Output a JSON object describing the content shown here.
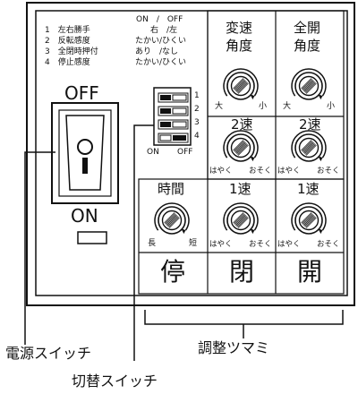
{
  "settings_list": [
    {
      "num": "1",
      "label": "左右勝手"
    },
    {
      "num": "2",
      "label": "反転感度"
    },
    {
      "num": "3",
      "label": "全閉時押付"
    },
    {
      "num": "4",
      "label": "停止感度"
    }
  ],
  "settings_options": {
    "header": "ON　/　OFF",
    "rows": [
      "右　/左",
      "たかい/ひくい",
      "あり　/なし",
      "たかい/ひくい"
    ]
  },
  "power_switch": {
    "off_label": "OFF",
    "on_label": "ON"
  },
  "dip_switch": {
    "numbers": [
      "1",
      "2",
      "3",
      "4"
    ],
    "on_label": "ON",
    "off_label": "OFF"
  },
  "dials": {
    "speed_angle": {
      "title_line1": "変速",
      "title_line2": "角度",
      "left": "大",
      "right": "小"
    },
    "open_angle": {
      "title_line1": "全開",
      "title_line2": "角度",
      "left": "大",
      "right": "小"
    },
    "close_speed2": {
      "title": "2速",
      "left": "はやく",
      "right": "おそく"
    },
    "open_speed2": {
      "title": "2速",
      "left": "はやく",
      "right": "おそく"
    },
    "timer": {
      "title": "時間",
      "left": "長",
      "right": "短"
    },
    "close_speed1": {
      "title": "1速",
      "left": "はやく",
      "right": "おそく"
    },
    "open_speed1": {
      "title": "1速",
      "left": "はやく",
      "right": "おそく"
    }
  },
  "columns": [
    "停",
    "閉",
    "開"
  ],
  "callouts": {
    "power": "電源スイッチ",
    "adjust": "調整ツマミ",
    "dip": "切替スイッチ"
  }
}
